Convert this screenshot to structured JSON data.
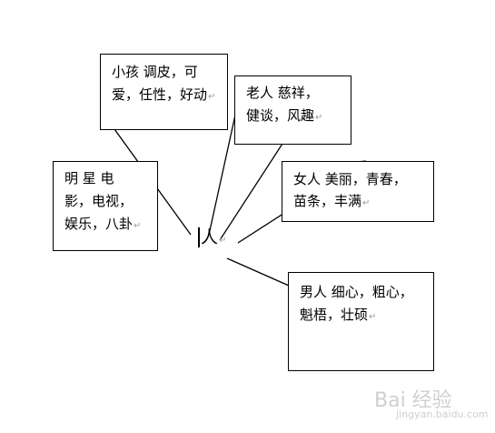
{
  "center": {
    "text": "人",
    "mark": "↵"
  },
  "boxes": {
    "child": {
      "lines": [
        "小孩  调皮，可",
        "爱，任性，好动"
      ],
      "mark": "↵"
    },
    "elder": {
      "lines": [
        "老人    慈祥，",
        "健谈，风趣"
      ],
      "mark": "↵"
    },
    "star": {
      "lines": [
        "明 星        电",
        "影，电视，",
        "娱乐，八卦"
      ],
      "mark": "↵"
    },
    "woman": {
      "lines": [
        "女人    美丽，青春，",
        "苗条，丰满"
      ],
      "mark": "↵"
    },
    "man": {
      "lines": [
        "男人    细心，粗心，",
        "魁梧，壮硕"
      ],
      "mark": "↵"
    }
  },
  "watermark": {
    "main": "Bai 经验",
    "sub": "jingyan.baidu.com"
  }
}
